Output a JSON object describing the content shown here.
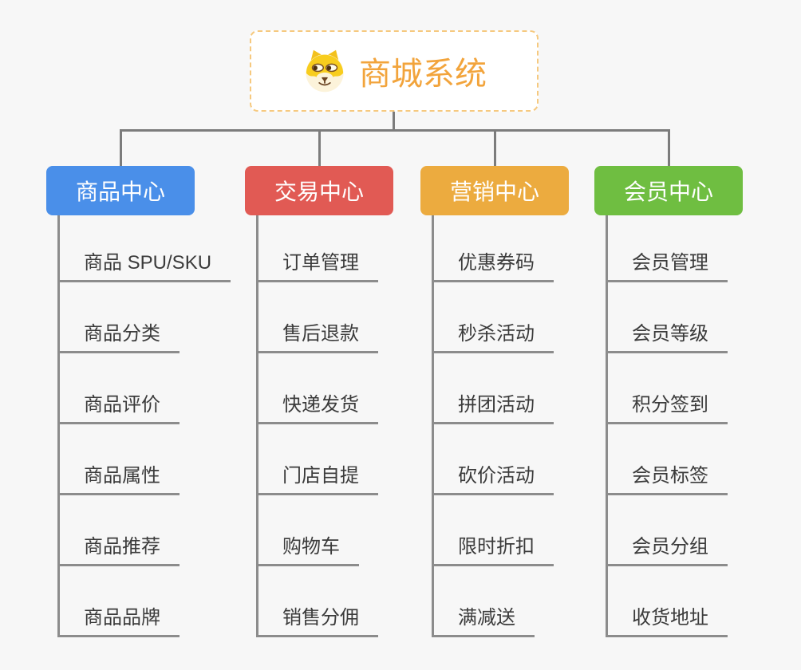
{
  "canvas": {
    "background": "#f7f7f7",
    "connector_color": "#7c7c7c",
    "leaf_line_color": "#8c8c8c"
  },
  "root": {
    "label": "商城系统",
    "icon": "dog-face-icon",
    "text_color": "#f2a43c",
    "border_color": "#f6c97f"
  },
  "branches": [
    {
      "label": "商品中心",
      "color": "#4a8fe9",
      "children": [
        "商品 SPU/SKU",
        "商品分类",
        "商品评价",
        "商品属性",
        "商品推荐",
        "商品品牌"
      ]
    },
    {
      "label": "交易中心",
      "color": "#e15a54",
      "children": [
        "订单管理",
        "售后退款",
        "快递发货",
        "门店自提",
        "购物车",
        "销售分佣"
      ]
    },
    {
      "label": "营销中心",
      "color": "#ecab3f",
      "children": [
        "优惠券码",
        "秒杀活动",
        "拼团活动",
        "砍价活动",
        "限时折扣",
        "满减送"
      ]
    },
    {
      "label": "会员中心",
      "color": "#6fbe41",
      "children": [
        "会员管理",
        "会员等级",
        "积分签到",
        "会员标签",
        "会员分组",
        "收货地址"
      ]
    }
  ]
}
